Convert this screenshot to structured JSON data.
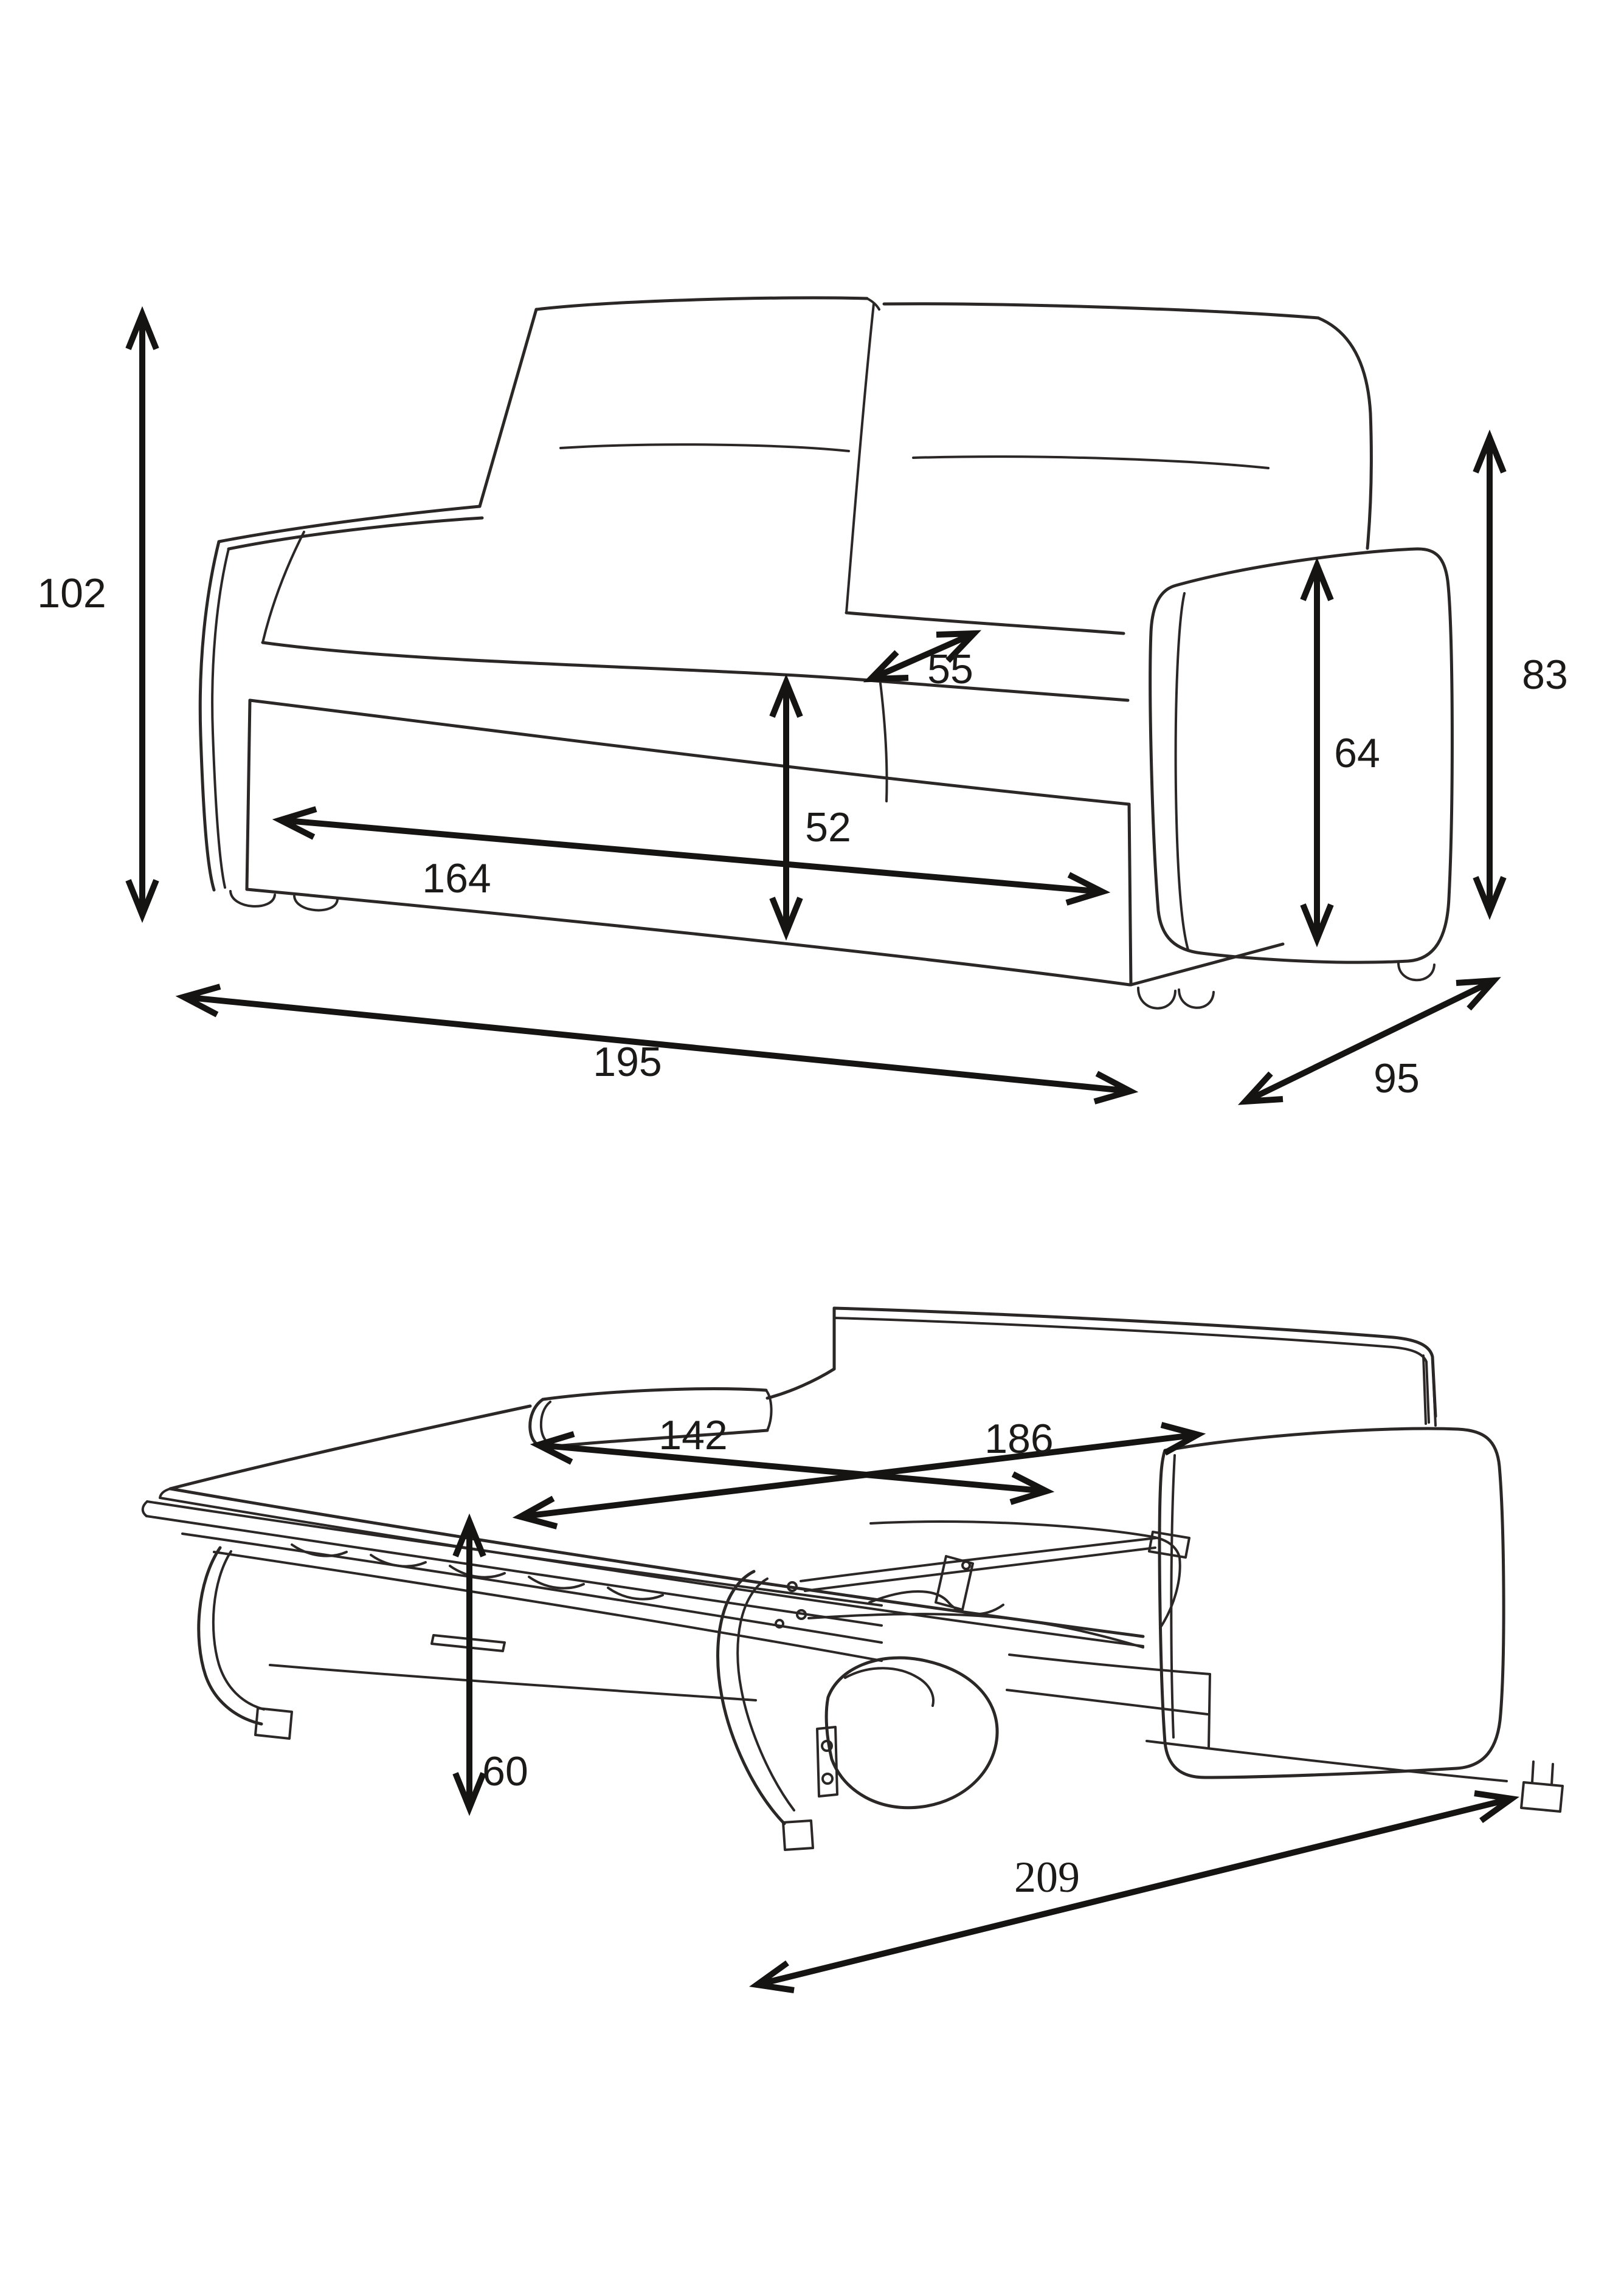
{
  "page": {
    "background": "#ffffff",
    "line_color": "#2b2726",
    "arrow_color": "#161412"
  },
  "closed_view": {
    "overall_height": "102",
    "seat_depth": "55",
    "armrest_height": "64",
    "backrest_height": "83",
    "seat_height": "52",
    "inner_width": "164",
    "overall_width": "195",
    "overall_depth": "95"
  },
  "open_view": {
    "mattress_width": "142",
    "mattress_length": "186",
    "bed_height": "60",
    "overall_depth_open": "209"
  }
}
